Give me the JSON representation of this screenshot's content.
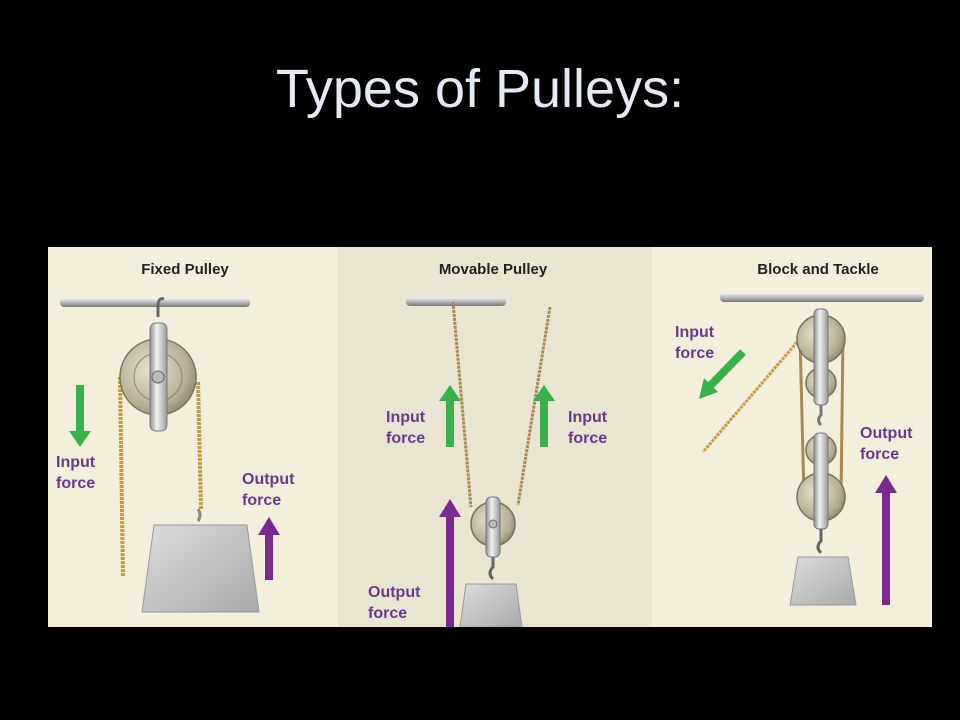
{
  "slide": {
    "title": "Types of Pulleys:"
  },
  "panels": {
    "fixed": {
      "heading": "Fixed Pulley",
      "input": [
        "Input",
        "force"
      ],
      "output": [
        "Output",
        "force"
      ]
    },
    "movable": {
      "heading": "Movable Pulley",
      "input_left": [
        "Input",
        "force"
      ],
      "input_right": [
        "Input",
        "force"
      ],
      "output": [
        "Output",
        "force"
      ]
    },
    "block": {
      "heading": "Block and Tackle",
      "input": [
        "Input",
        "force"
      ],
      "output": [
        "Output",
        "force"
      ]
    }
  },
  "colors": {
    "input_arrow": "#3bb04a",
    "output_arrow": "#7a2a8e",
    "label": "#6a3a8a",
    "panel_bg": "#f3efdc",
    "panel_bg_mid": "#e9e5d2"
  }
}
